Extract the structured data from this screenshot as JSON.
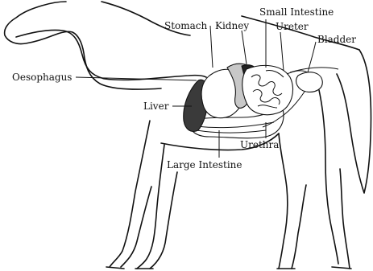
{
  "diagram": {
    "labels": {
      "stomach": "Stomach",
      "kidney": "Kidney",
      "small_intestine": "Small Intestine",
      "ureter": "Ureter",
      "bladder": "Bladder",
      "oesophagus": "Oesophagus",
      "liver": "Liver",
      "urethra": "Urethra",
      "large_intestine": "Large Intestine"
    },
    "colors": {
      "outline": "#111111",
      "liver": "#3a3a3a",
      "stomach": "#ffffff",
      "kidney": "#c8c8c8",
      "kidney_dark": "#222222",
      "background": "#ffffff"
    }
  }
}
